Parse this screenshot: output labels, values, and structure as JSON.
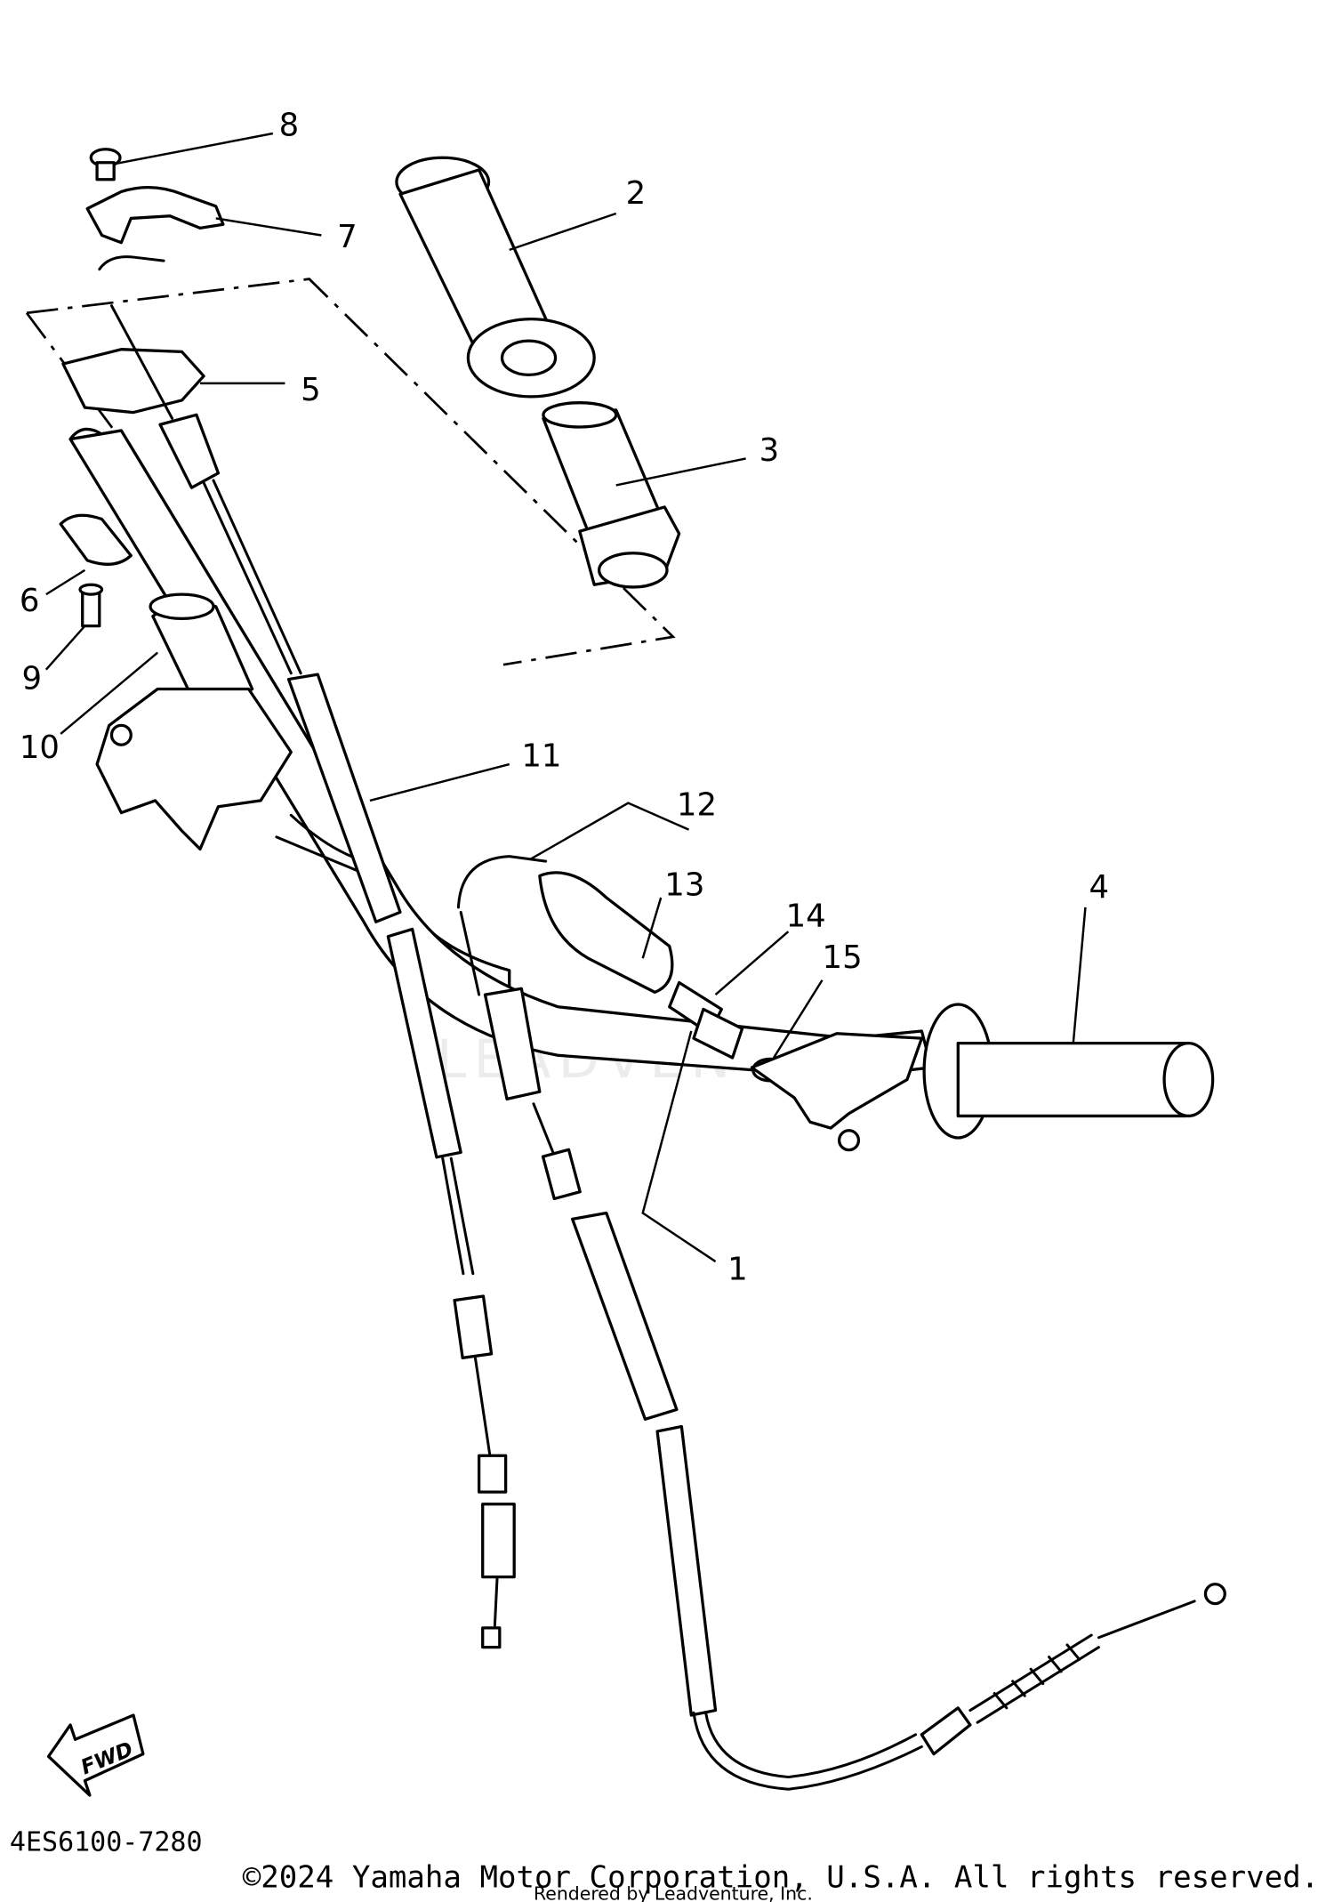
{
  "diagram": {
    "callouts": [
      "1",
      "2",
      "3",
      "4",
      "5",
      "6",
      "7",
      "8",
      "9",
      "10",
      "11",
      "12",
      "13",
      "14",
      "15"
    ],
    "diagram_code": "4ES6100-7280",
    "fwd_label": "FWD",
    "copyright": "©2024 Yamaha Motor Corporation, U.S.A. All rights reserved.",
    "renderer_credit": "Rendered by Leadventure, Inc.",
    "watermark_text": "LEADVENTURE"
  }
}
